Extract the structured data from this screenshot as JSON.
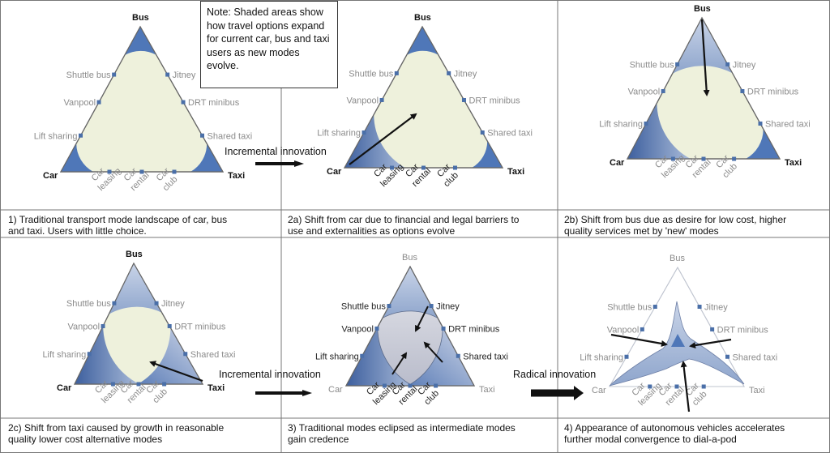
{
  "note": "Note: Shaded areas show how travel options expand for current car, bus and taxi users as new modes evolve.",
  "labels": {
    "bus": "Bus",
    "car": "Car",
    "taxi": "Taxi",
    "shuttle_bus": "Shuttle bus",
    "jitney": "Jitney",
    "vanpool": "Vanpool",
    "drt_minibus": "DRT minibus",
    "lift_sharing": "Lift sharing",
    "shared_taxi": "Shared taxi",
    "car_leasing": [
      "Car",
      "leasing"
    ],
    "car_rental": [
      "Car",
      "rental"
    ],
    "car_club": [
      "Car",
      "club"
    ]
  },
  "arrows": {
    "incremental_1": "Incremental innovation",
    "incremental_2": "Incremental innovation",
    "radical": "Radical innovation"
  },
  "captions": {
    "p1": [
      "1) Traditional transport mode landscape of car, bus",
      "and taxi. Users with little choice."
    ],
    "p2a": [
      "2a) Shift from car due to financial and legal barriers to",
      "use and externalities as options evolve"
    ],
    "p2b": [
      "2b) Shift from bus due as desire for low cost, higher",
      "quality services met by 'new' modes"
    ],
    "p2c": [
      "2c) Shift from taxi caused by growth in reasonable",
      "quality lower cost alternative modes"
    ],
    "p3": [
      "3) Traditional modes eclipsed as intermediate modes",
      "gain credence"
    ],
    "p4": [
      "4) Appearance of autonomous vehicles accelerates",
      "further modal convergence to dial-a-pod"
    ]
  },
  "colors": {
    "fill_light": "#eef1dc",
    "fill_gray": "#dcdde3",
    "shade_blue": "#4f77b8",
    "shade_light": "#a9bbd9",
    "marker": "#4a6fa8",
    "label_gray": "#8b8b8b",
    "grid_line": "#777777"
  }
}
